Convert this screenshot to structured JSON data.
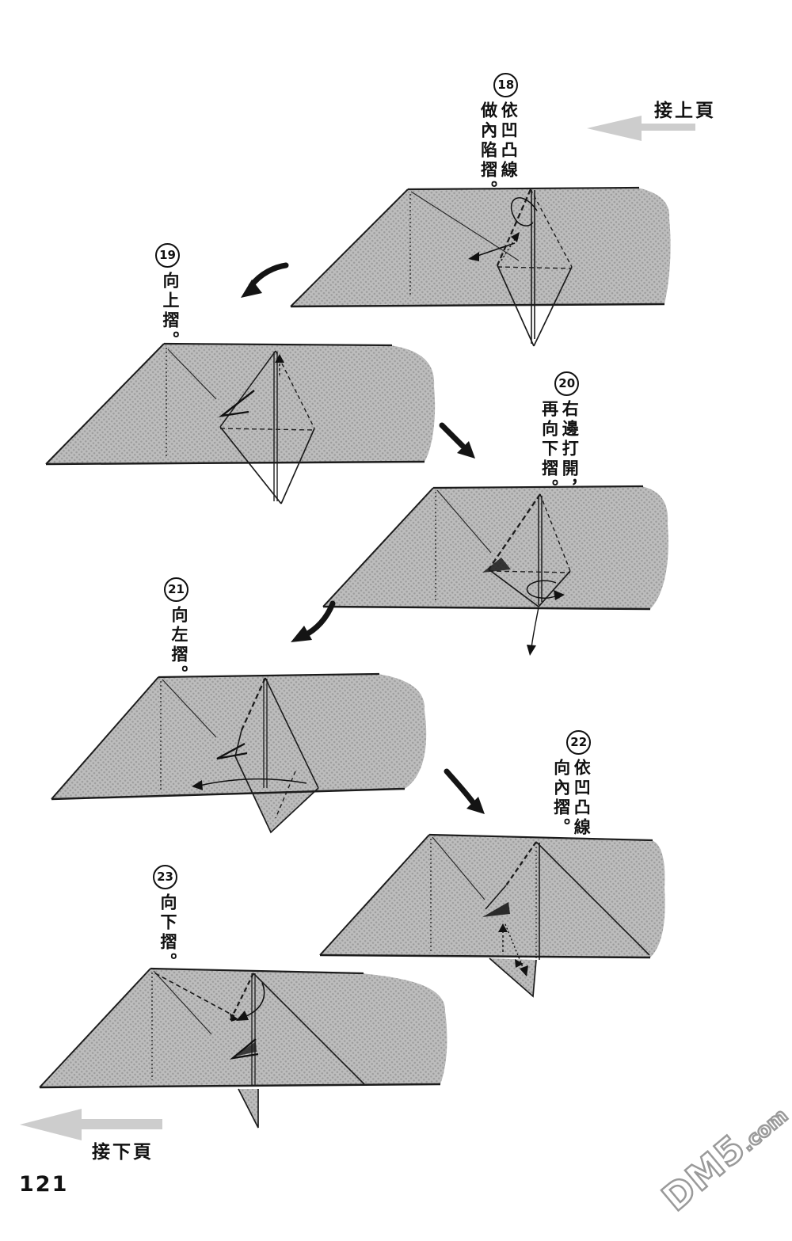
{
  "page": {
    "number": "121",
    "continuation_top": "接上頁",
    "continuation_bottom": "接下頁",
    "watermark_main": "DM5",
    "watermark_ext": ".com"
  },
  "steps": [
    {
      "num": "18",
      "text": "依凹凸線\n做內陷摺。"
    },
    {
      "num": "19",
      "text": "向上摺。"
    },
    {
      "num": "20",
      "text": "右邊打開，\n再向下摺。"
    },
    {
      "num": "21",
      "text": "向左摺。"
    },
    {
      "num": "22",
      "text": "依凹凸線\n向內摺。"
    },
    {
      "num": "23",
      "text": "向下摺。"
    }
  ],
  "icons": {
    "continuation_arrows": "left-gray-arrow",
    "step_flow_arrows": "curved-black-arrow"
  },
  "colors": {
    "paper_base": "#bdbdbd",
    "paper_dot": "#9c9c9c",
    "outline": "#1c1c1c",
    "nav_arrow": "#cdcdcd",
    "watermark": "#9a9a9a"
  }
}
